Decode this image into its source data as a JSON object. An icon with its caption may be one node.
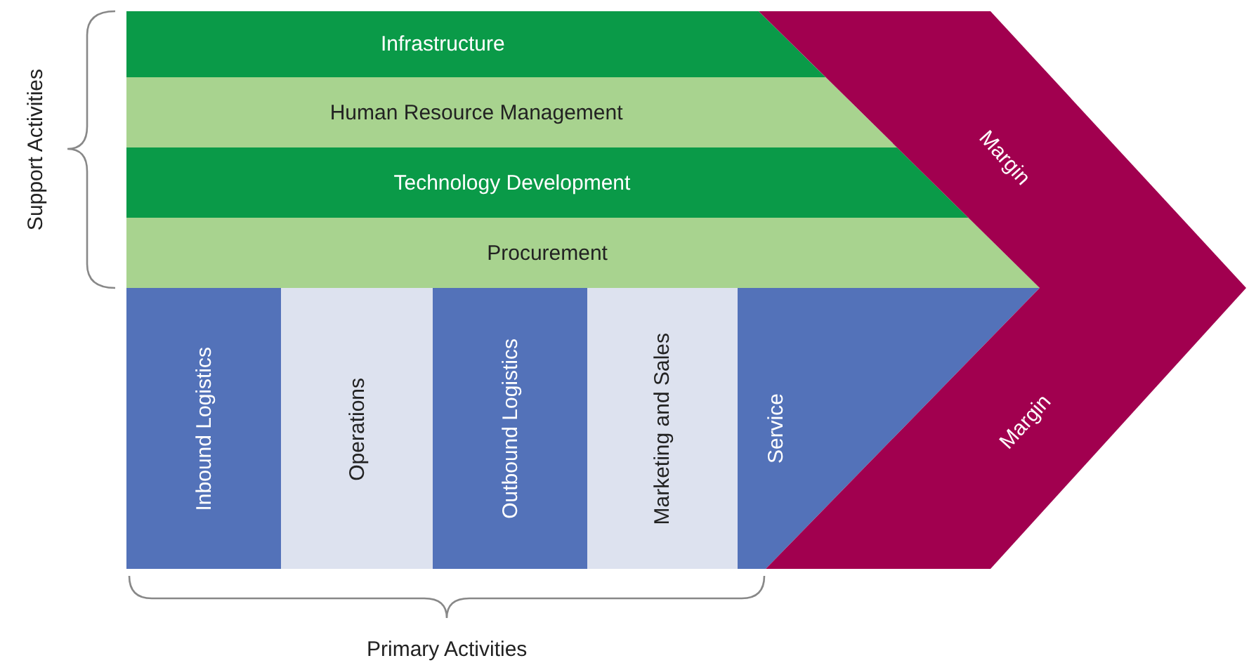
{
  "diagram": {
    "nodes": [
      {
        "text": [
          "Infrastructure"
        ]
      },
      {
        "text": [
          "Human Resource Management"
        ]
      },
      {
        "text": [
          "Technology Development"
        ]
      },
      {
        "text": [
          "Procurement"
        ]
      },
      {
        "text": [
          "Inbound Logistics"
        ]
      },
      {
        "text": [
          "Operations"
        ]
      },
      {
        "text": [
          "Outbound Logistics"
        ]
      },
      {
        "text": [
          "Marketing and Sales"
        ]
      },
      {
        "text": [
          "Service"
        ]
      },
      {
        "text": [
          "Margin"
        ]
      },
      {
        "text": [
          "Margin"
        ]
      }
    ],
    "edges": [],
    "labels": [
      "Support Activities",
      "Primary Activities"
    ]
  }
}
